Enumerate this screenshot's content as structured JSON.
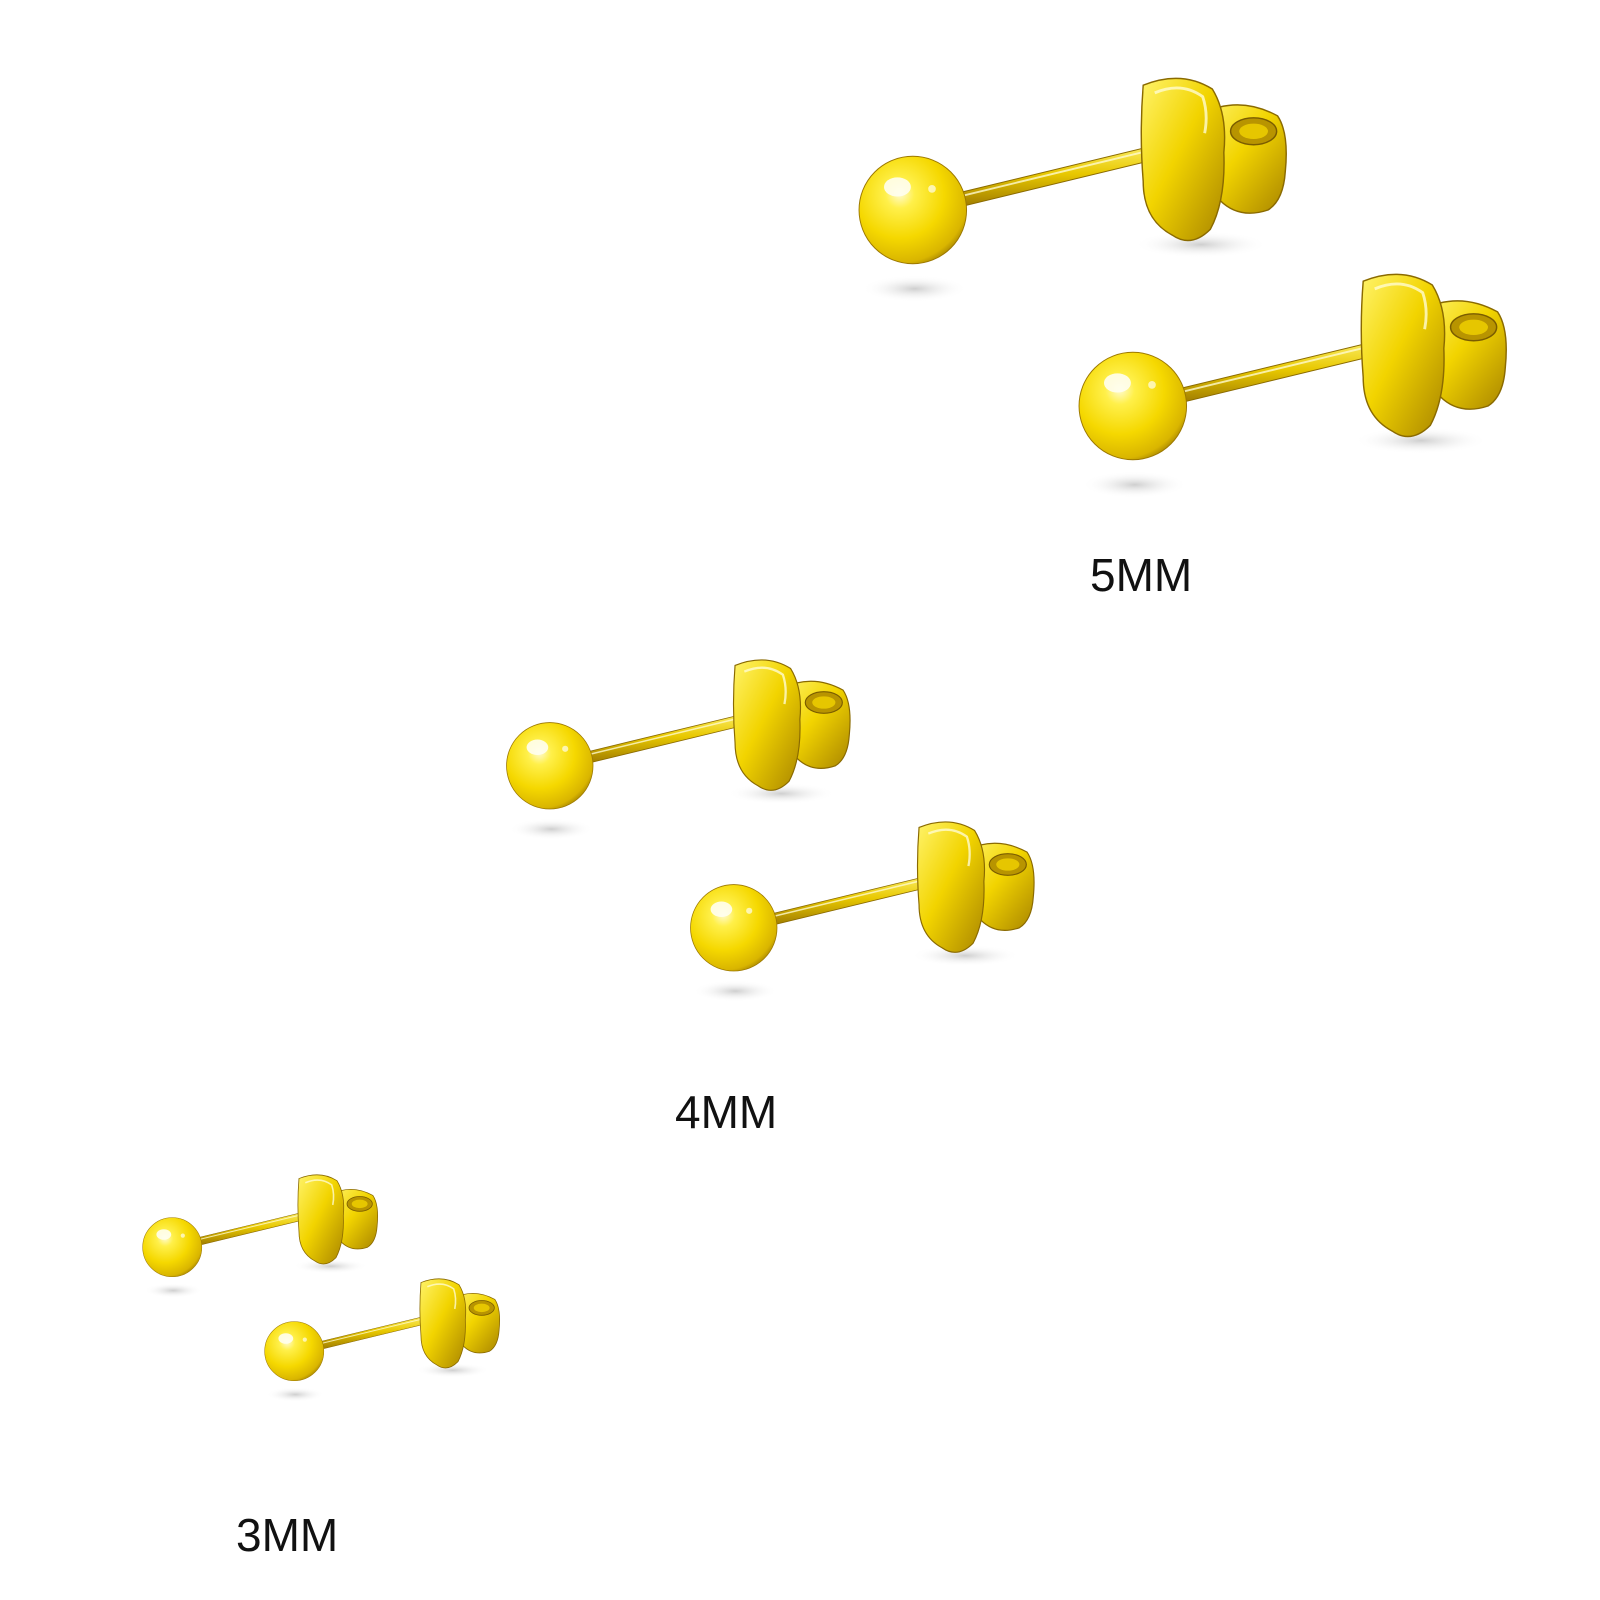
{
  "background_color": "#ffffff",
  "metal_colors": {
    "highlight": "#fffbd0",
    "light": "#fff04a",
    "base": "#f5d800",
    "mid": "#d9b500",
    "dark": "#8a6a00",
    "shadow": "#c9c9c9"
  },
  "groups": [
    {
      "id": "5mm",
      "label": "5MM",
      "pair_count": 2
    },
    {
      "id": "4mm",
      "label": "4MM",
      "pair_count": 2
    },
    {
      "id": "3mm",
      "label": "3MM",
      "pair_count": 2
    }
  ],
  "icons": [
    "ball-stud-earring-icon",
    "butterfly-back-icon"
  ]
}
